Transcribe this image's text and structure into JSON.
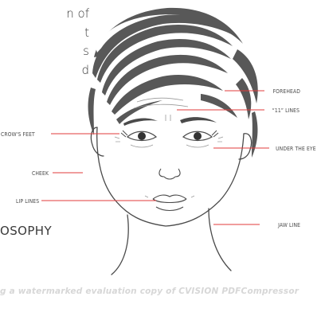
{
  "intro": {
    "lines": [
      "n of",
      "t",
      "s",
      "d"
    ]
  },
  "section_heading": "OSOPHY",
  "labels": {
    "forehead": "FOREHEAD",
    "eleven_lines": "“11” LINES",
    "crows_feet": "CROW'S FEET",
    "under_eye": "UNDER THE EYE",
    "cheek": "CHEEK",
    "lip_lines": "LIP LINES",
    "jaw_line": "JAW LINE"
  },
  "watermark": "g a watermarked evaluation copy of CVISION PDFCompressor",
  "colors": {
    "leader_red": "#e23b3b",
    "line_art": "#4a4a4a",
    "hair": "#585858"
  }
}
